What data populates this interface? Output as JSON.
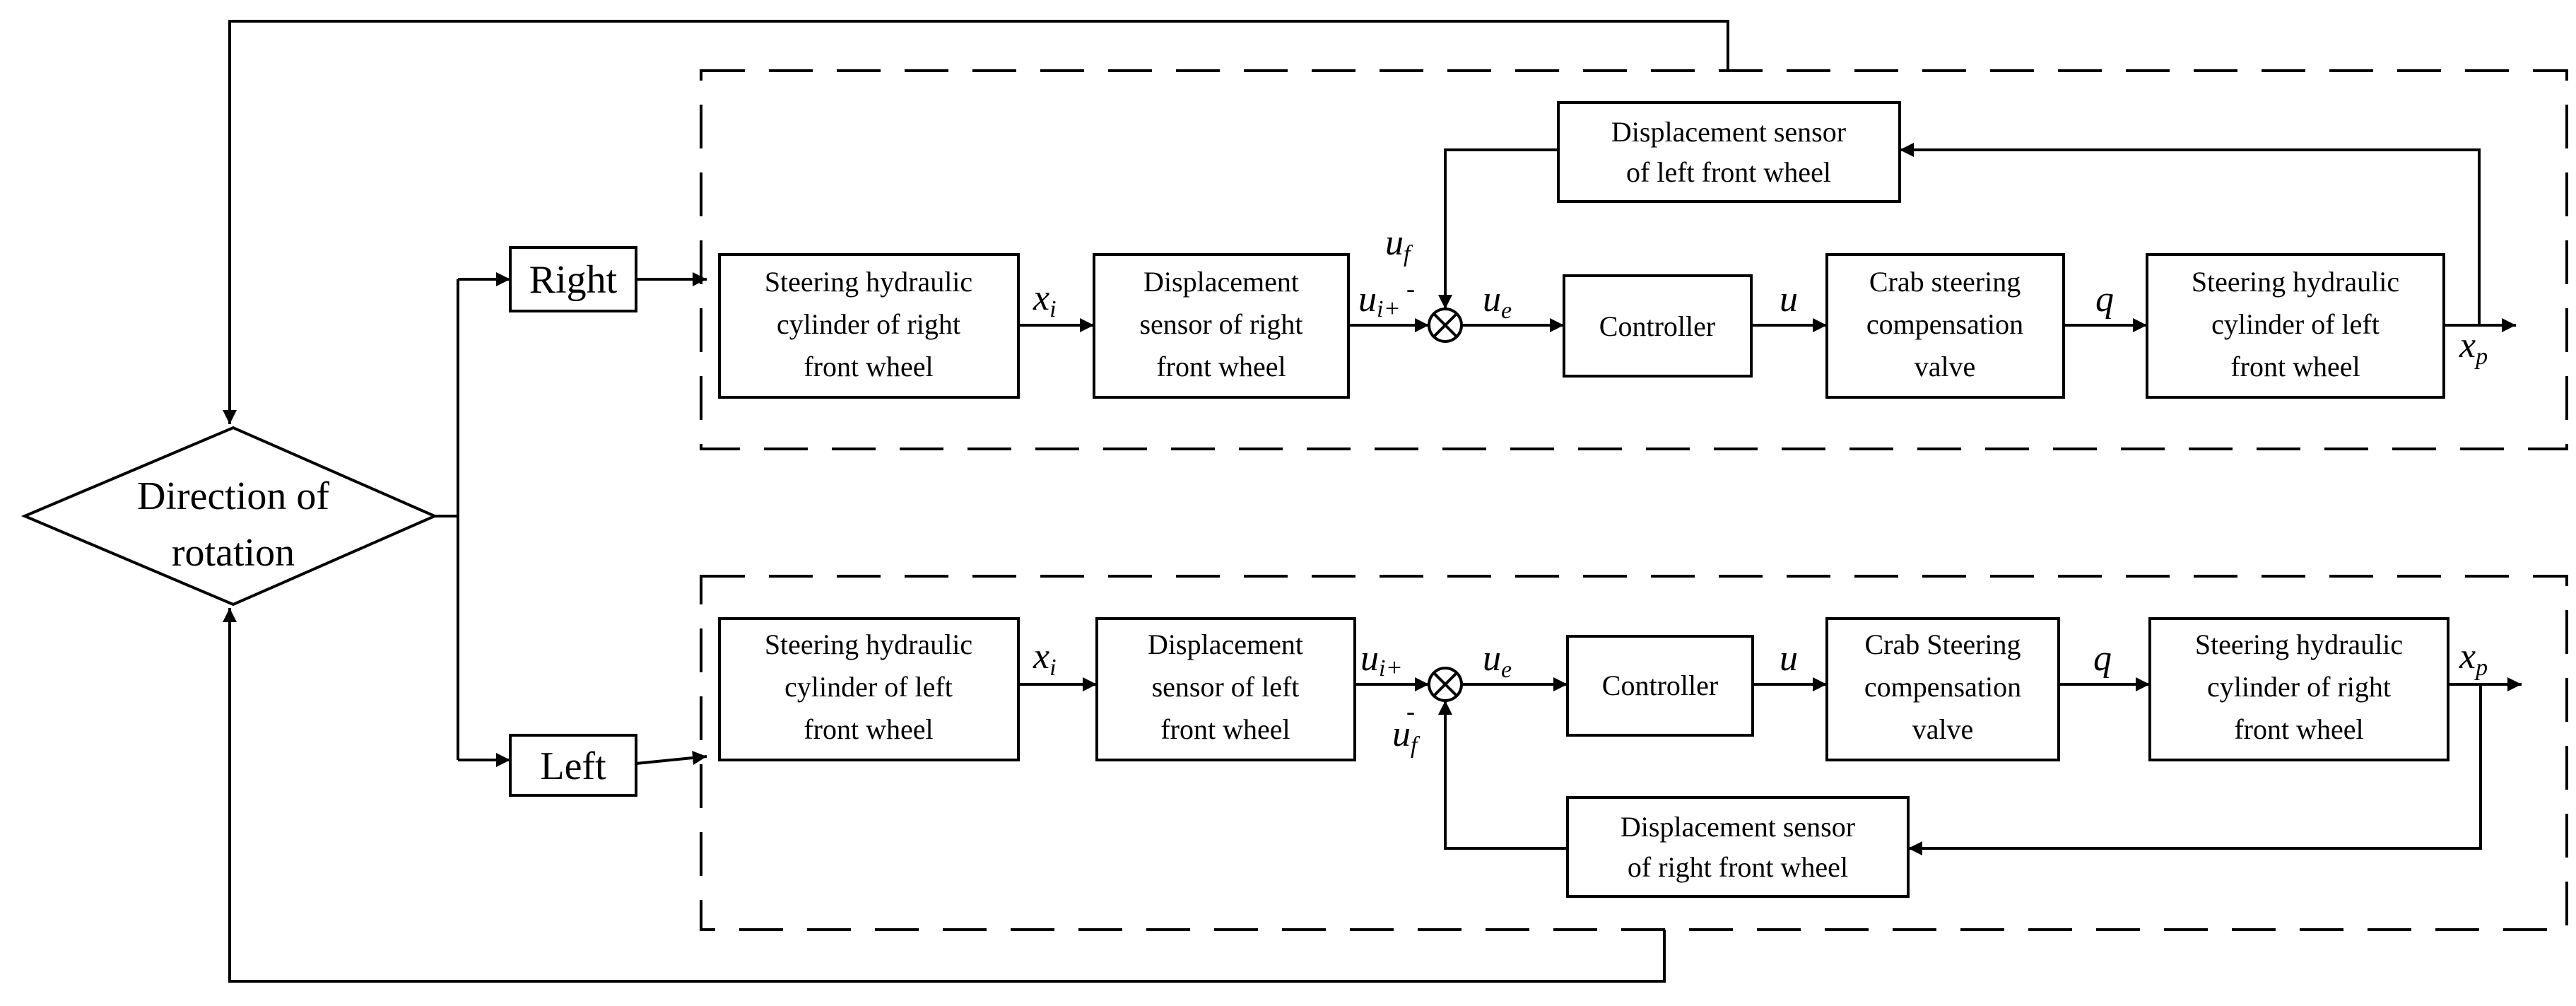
{
  "decision": {
    "line1": "Direction of",
    "line2": "rotation"
  },
  "branches": {
    "right_label": "Right",
    "left_label": "Left"
  },
  "top_loop": {
    "block1": [
      "Steering hydraulic",
      "cylinder of right",
      "front wheel"
    ],
    "block2": [
      "Displacement",
      "sensor of right",
      "front wheel"
    ],
    "controller": "Controller",
    "valve": [
      "Crab steering",
      "compensation",
      "valve"
    ],
    "block4": [
      "Steering hydraulic",
      "cylinder of left",
      "front wheel"
    ],
    "feedback": [
      "Displacement sensor",
      "of left front wheel"
    ],
    "signals": {
      "xi": "x",
      "xi_sub": "i",
      "ui": "u",
      "ui_sub": "i",
      "plus": "+",
      "uf": "u",
      "uf_sub": "f",
      "minus": "-",
      "ue": "u",
      "ue_sub": "e",
      "u": "u",
      "q": "q",
      "xp": "x",
      "xp_sub": "p"
    }
  },
  "bottom_loop": {
    "block1": [
      "Steering hydraulic",
      "cylinder of left",
      "front wheel"
    ],
    "block2": [
      "Displacement",
      "sensor of left",
      "front wheel"
    ],
    "controller": "Controller",
    "valve": [
      "Crab Steering",
      "compensation",
      "valve"
    ],
    "block4": [
      "Steering hydraulic",
      "cylinder of right",
      "front wheel"
    ],
    "feedback": [
      "Displacement sensor",
      "of right front wheel"
    ],
    "signals": {
      "xi": "x",
      "xi_sub": "i",
      "ui": "u",
      "ui_sub": "i",
      "plus": "+",
      "uf": "u",
      "uf_sub": "f",
      "minus": "-",
      "ue": "u",
      "ue_sub": "e",
      "u": "u",
      "q": "q",
      "xp": "x",
      "xp_sub": "p"
    }
  }
}
